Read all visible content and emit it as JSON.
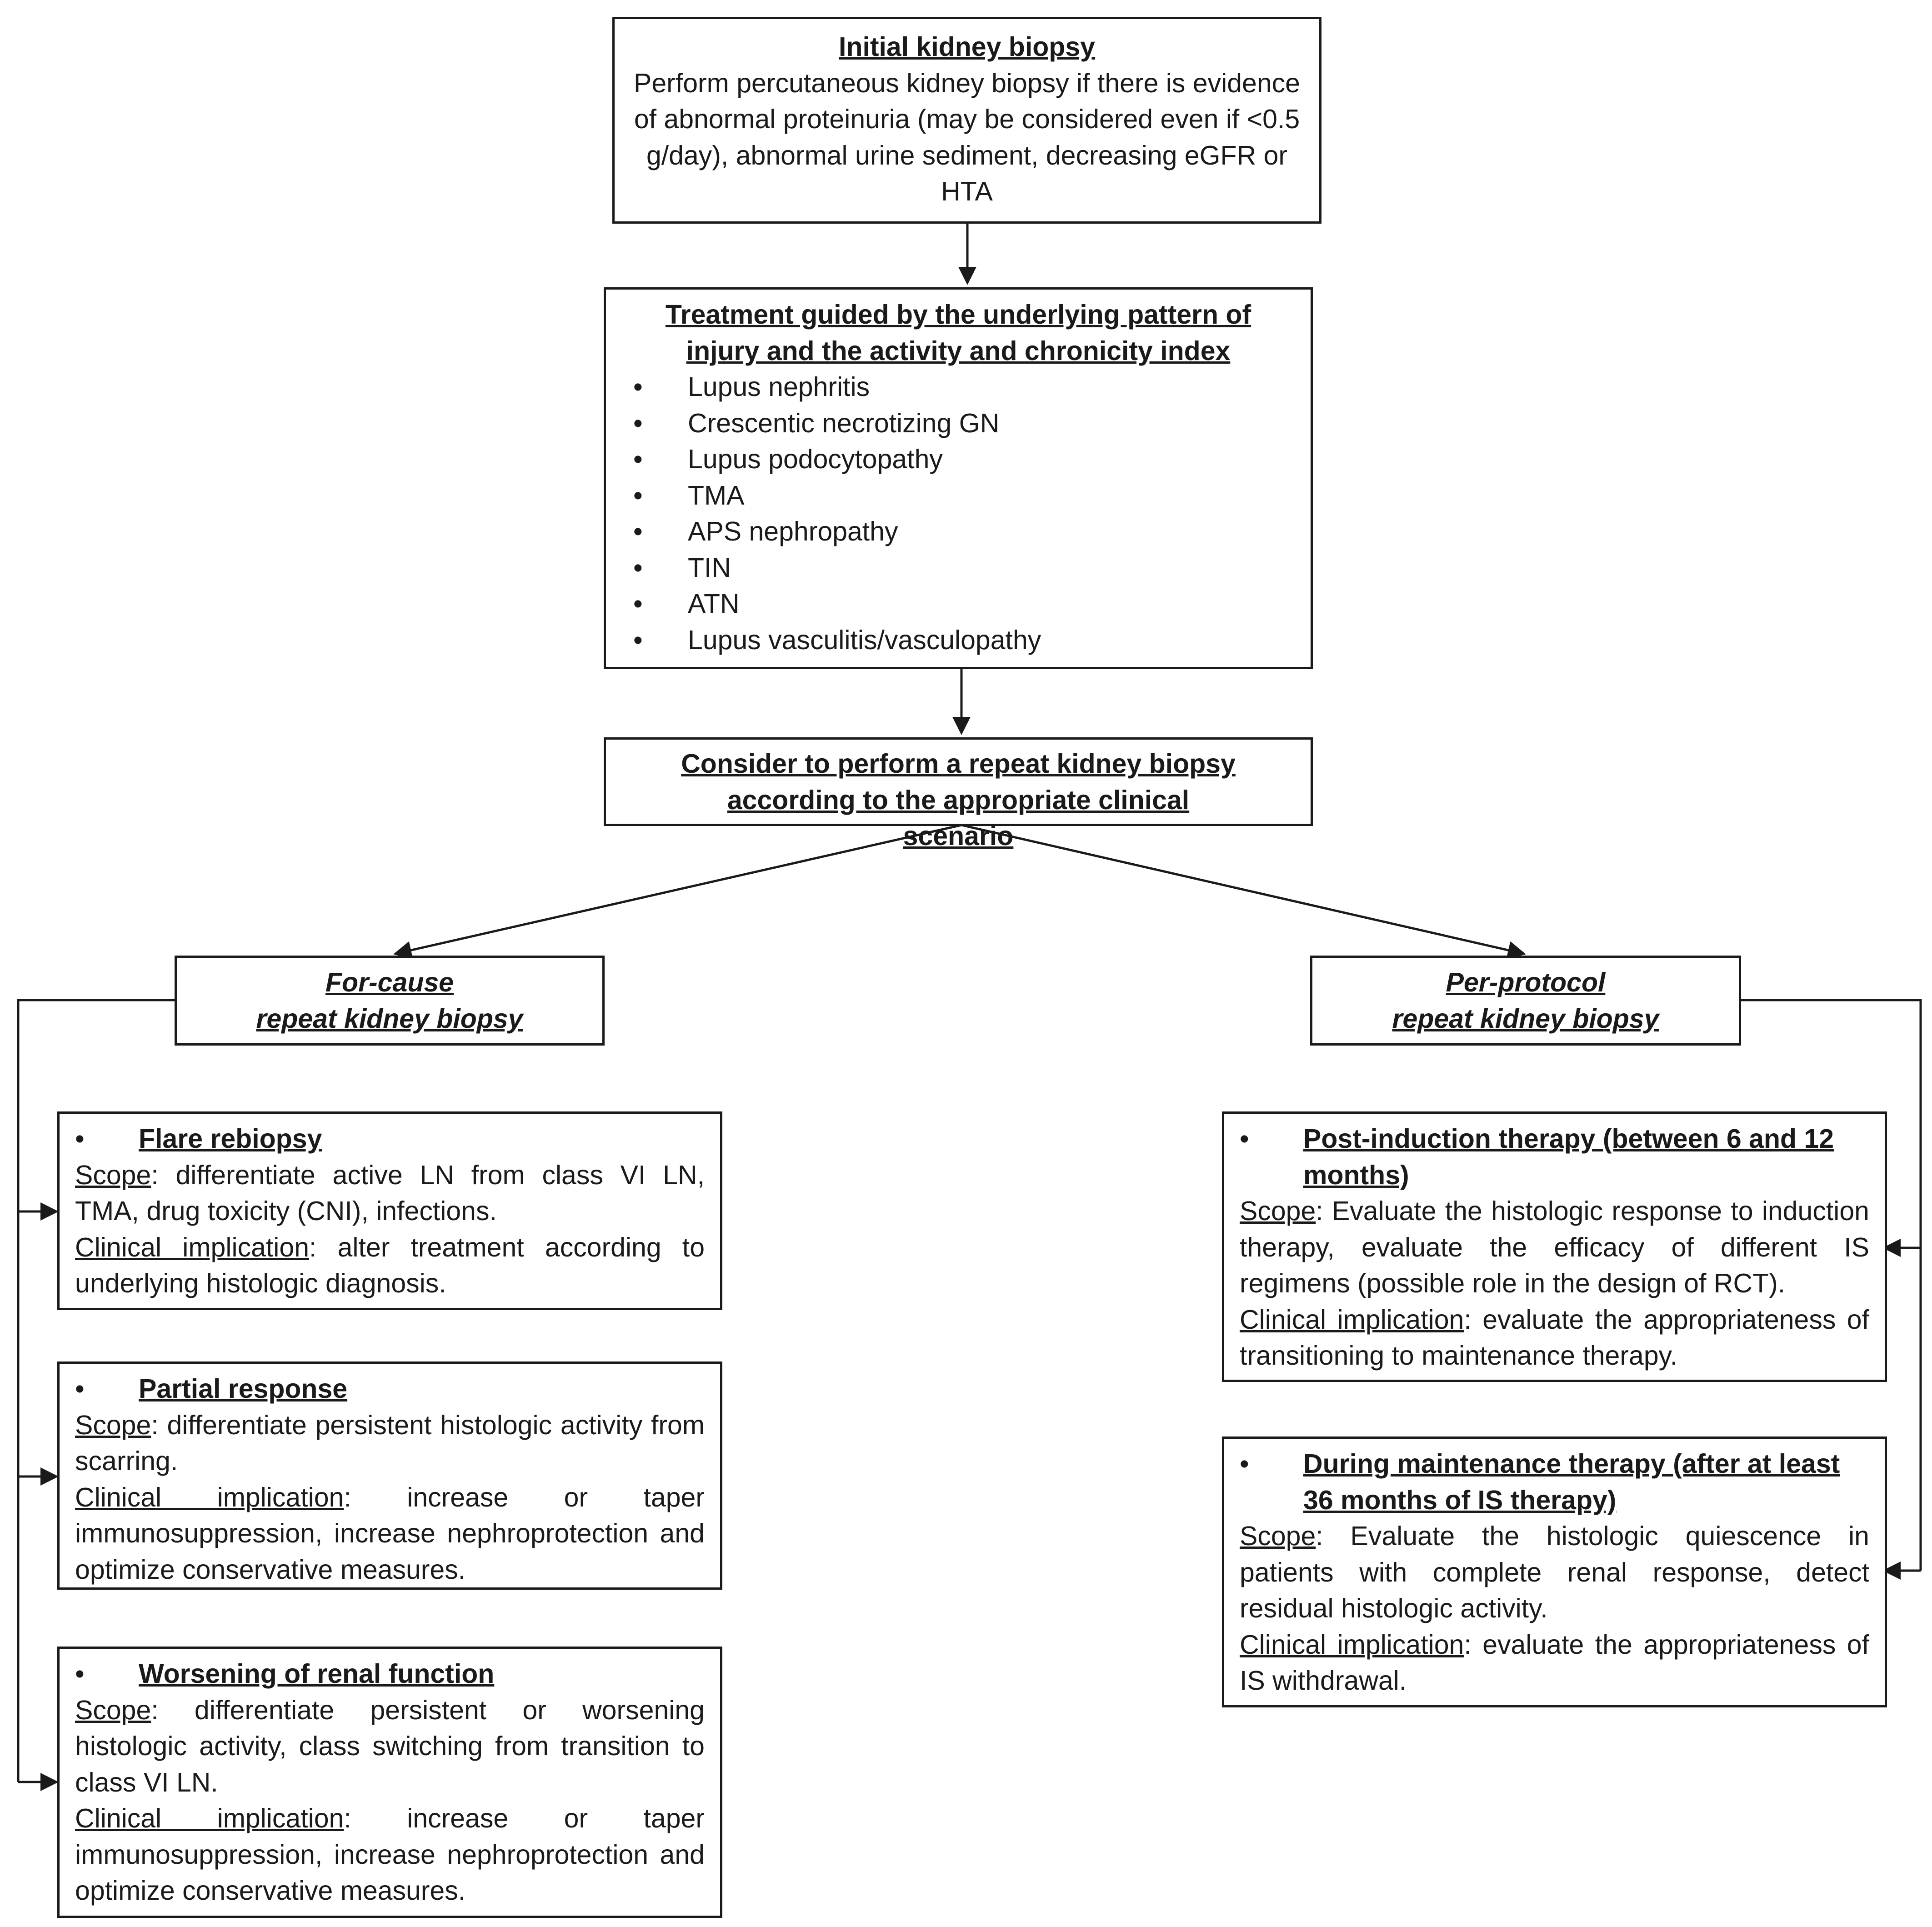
{
  "initial": {
    "title": "Initial kidney biopsy",
    "body": "Perform percutaneous kidney biopsy if there is evidence of abnormal proteinuria (may be considered even if <0.5 g/day), abnormal urine sediment, decreasing eGFR or HTA"
  },
  "treatment": {
    "title": "Treatment guided by the underlying pattern of injury and the activity and chronicity index",
    "items": [
      "Lupus nephritis",
      "Crescentic necrotizing GN",
      "Lupus podocytopathy",
      "TMA",
      "APS nephropathy",
      "TIN",
      "ATN",
      "Lupus vasculitis/vasculopathy"
    ]
  },
  "consider": {
    "title": "Consider to perform a repeat kidney biopsy according to the appropriate clinical scenario"
  },
  "for_cause": {
    "title_line1": "For-cause",
    "title_line2": "repeat kidney biopsy",
    "scenarios": [
      {
        "heading": "Flare rebiopsy",
        "scope_label": "Scope",
        "scope_text": ": differentiate active LN from class VI LN, TMA, drug toxicity (CNI), infections.",
        "impl_label": "Clinical implication",
        "impl_text": ": alter treatment according to underlying histologic diagnosis."
      },
      {
        "heading": "Partial response",
        "scope_label": "Scope",
        "scope_text": ": differentiate persistent histologic activity from scarring.",
        "impl_label": "Clinical implication",
        "impl_text": ": increase or taper immunosuppression, increase nephroprotection and optimize conservative measures."
      },
      {
        "heading": "Worsening of renal function",
        "scope_label": "Scope",
        "scope_text": ": differentiate persistent or worsening histologic activity, class switching from transition to class VI LN.",
        "impl_label": "Clinical implication",
        "impl_text": ": increase or taper immunosuppression, increase nephroprotection and optimize conservative measures."
      }
    ]
  },
  "per_protocol": {
    "title_line1": "Per-protocol",
    "title_line2": "repeat kidney biopsy",
    "scenarios": [
      {
        "heading": "Post-induction therapy (between 6 and 12 months)",
        "scope_label": "Scope",
        "scope_text": ": Evaluate the histologic response to induction therapy, evaluate the efficacy of different IS regimens (possible role in the design of RCT).",
        "impl_label": "Clinical implication",
        "impl_text": ": evaluate the appropriateness of transitioning to maintenance therapy."
      },
      {
        "heading": "During maintenance therapy (after at least 36 months of IS therapy)",
        "scope_label": "Scope",
        "scope_text": ": Evaluate the histologic quiescence in patients with complete renal response, detect residual histologic activity.",
        "impl_label": "Clinical implication",
        "impl_text": ": evaluate the appropriateness of IS withdrawal."
      }
    ]
  }
}
